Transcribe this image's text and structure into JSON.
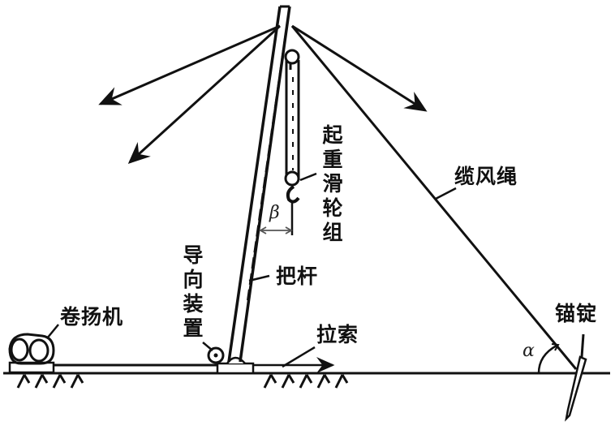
{
  "diagram": {
    "type": "gin-pole-hoisting-setup",
    "labels": {
      "hoist_pulley_block": "起重滑轮组",
      "guy_rope": "缆风绳",
      "mast": "把杆",
      "guide_device": "导向装置",
      "winch": "卷扬机",
      "pull_cable": "拉索",
      "anchor": "锚锭"
    },
    "angles": {
      "alpha": "α",
      "beta": "β"
    },
    "guy_rope_arrows": 4,
    "colors": {
      "line": "#111111",
      "background": "#ffffff"
    }
  }
}
